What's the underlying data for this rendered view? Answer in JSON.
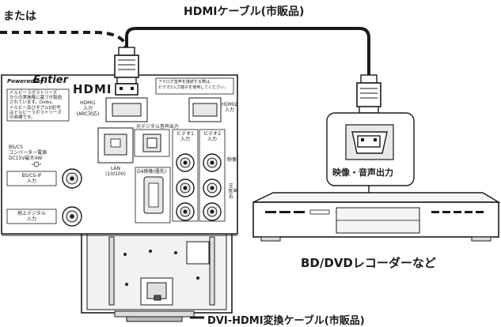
{
  "labels": {
    "or_text": "または",
    "hdmi_cable": "HDMIケーブル(市販品)",
    "av_output": "映像・音声出力",
    "bd_recorder": "BD/DVDレコーダーなど",
    "dvi_cable": "DVI-HDMI変換ケーブル(市販品)"
  },
  "panel": {
    "brand_prefix": "Powered by",
    "brand": "Entier",
    "hdmi_logo": "HDMI",
    "dolby_note": [
      "ドルビーラボラトリーズ",
      "からの実施権に基づき製造",
      "されています。Dolby、",
      "ドルビー及びダブルD記号",
      "はドルビーラボラトリーズ",
      "の商標です。"
    ],
    "analog_note": [
      "アナログ音声を接続する際は、",
      "ビデオ2入力端子を使用してください。"
    ],
    "hdmi1": [
      "HDMI1",
      "入力",
      "(ARC対応)"
    ],
    "hdmi2": [
      "HDMI2",
      "入力"
    ],
    "optical": "光デジタル音声出力",
    "video1": [
      "ビデオ1",
      "入力"
    ],
    "video2": [
      "ビデオ2",
      "入力"
    ],
    "lan": [
      "LAN",
      "(10/100)"
    ],
    "d4": "D4映像(優先)",
    "bs_power": [
      "BS/CS",
      "コンバーター電源",
      "DC15V最大4W"
    ],
    "bs_if": [
      "BS/CS-IF",
      "入力"
    ],
    "terrestrial": [
      "地上デジタル",
      "入力"
    ],
    "side_video": "映像",
    "side_audio": [
      "左",
      "音声",
      "右"
    ]
  },
  "colors": {
    "line": "#1a1a1a",
    "panel_fill": "#ffffff",
    "device_fill": "#f4f4f4",
    "port_fill": "#e8e8e8"
  }
}
